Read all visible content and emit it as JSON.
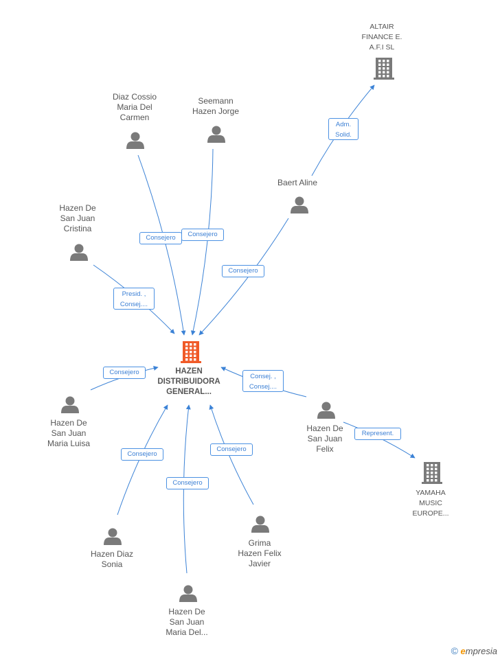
{
  "colors": {
    "edge": "#3b82d6",
    "person": "#7a7a7a",
    "company": "#7a7a7a",
    "main_company": "#f05a28"
  },
  "nodes": [
    {
      "id": "main",
      "kind": "main",
      "label": "HAZEN\nDISTRIBUIDORA\nGENERAL..."
    },
    {
      "id": "altair",
      "kind": "company",
      "label": "ALTAIR\nFINANCE E.\nA.F.I SL"
    },
    {
      "id": "yamaha",
      "kind": "company",
      "label": "YAMAHA\nMUSIC\nEUROPE..."
    },
    {
      "id": "diaz",
      "kind": "person",
      "label": "Diaz Cossio\nMaria Del\nCarmen"
    },
    {
      "id": "seemann",
      "kind": "person",
      "label": "Seemann\nHazen Jorge"
    },
    {
      "id": "baert",
      "kind": "person",
      "label": "Baert Aline"
    },
    {
      "id": "cristina",
      "kind": "person",
      "label": "Hazen De\nSan Juan\nCristina"
    },
    {
      "id": "luisa",
      "kind": "person",
      "label": "Hazen De\nSan Juan\nMaria Luisa"
    },
    {
      "id": "felix",
      "kind": "person",
      "label": "Hazen De\nSan Juan\nFelix"
    },
    {
      "id": "sonia",
      "kind": "person",
      "label": "Hazen Diaz\nSonia"
    },
    {
      "id": "grima",
      "kind": "person",
      "label": "Grima\nHazen Felix\nJavier"
    },
    {
      "id": "mariadel",
      "kind": "person",
      "label": "Hazen De\nSan Juan\nMaria Del..."
    }
  ],
  "edges": [
    {
      "from": "baert",
      "to": "altair",
      "label": "Adm.\nSolid."
    },
    {
      "from": "diaz",
      "to": "main",
      "label": "Consejero"
    },
    {
      "from": "seemann",
      "to": "main",
      "label": "Consejero"
    },
    {
      "from": "baert",
      "to": "main",
      "label": "Consejero"
    },
    {
      "from": "cristina",
      "to": "main",
      "label": "Presid. ,\nConsej...."
    },
    {
      "from": "luisa",
      "to": "main",
      "label": "Consejero"
    },
    {
      "from": "felix",
      "to": "main",
      "label": "Consej. ,\nConsej...."
    },
    {
      "from": "felix",
      "to": "yamaha",
      "label": "Represent."
    },
    {
      "from": "sonia",
      "to": "main",
      "label": "Consejero"
    },
    {
      "from": "mariadel",
      "to": "main",
      "label": "Consejero"
    },
    {
      "from": "grima",
      "to": "main",
      "label": "Consejero"
    }
  ],
  "brand": {
    "copyright": "©",
    "e": "e",
    "rest": "mpresia"
  }
}
